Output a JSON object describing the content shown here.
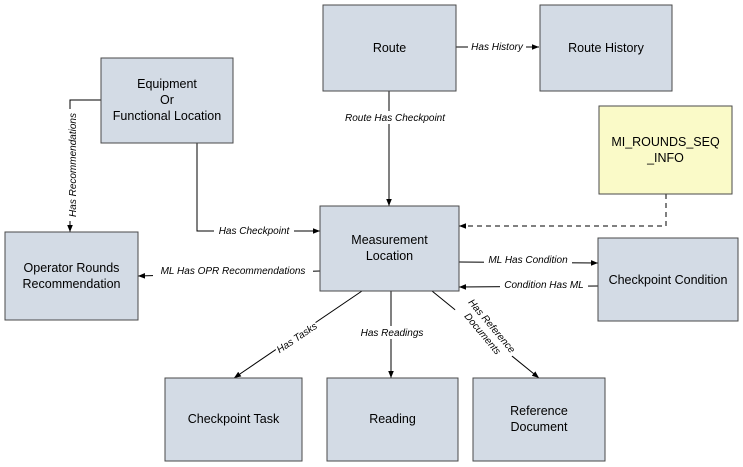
{
  "nodes": {
    "route": {
      "lines": [
        "Route"
      ]
    },
    "route_history": {
      "lines": [
        "Route History"
      ]
    },
    "equipment": {
      "lines": [
        "Equipment",
        "Or",
        "Functional Location"
      ]
    },
    "mi_rounds_seq": {
      "lines": [
        "MI_ROUNDS_SEQ",
        "_INFO"
      ]
    },
    "measurement_location": {
      "lines": [
        "Measurement",
        "Location"
      ]
    },
    "operator_rounds": {
      "lines": [
        "Operator Rounds",
        "Recommendation"
      ]
    },
    "checkpoint_condition": {
      "lines": [
        "Checkpoint Condition"
      ]
    },
    "checkpoint_task": {
      "lines": [
        "Checkpoint Task"
      ]
    },
    "reading": {
      "lines": [
        "Reading"
      ]
    },
    "reference_document": {
      "lines": [
        "Reference",
        "Document"
      ]
    }
  },
  "edges": {
    "has_history": {
      "lines": [
        "Has History"
      ]
    },
    "route_has_checkpoint": {
      "lines": [
        "Route Has Checkpoint"
      ]
    },
    "has_recommendations": {
      "lines": [
        "Has Recommendations"
      ]
    },
    "has_checkpoint": {
      "lines": [
        "Has Checkpoint"
      ]
    },
    "ml_has_opr": {
      "lines": [
        "ML Has OPR Recommendations"
      ]
    },
    "ml_has_condition": {
      "lines": [
        "ML Has Condition"
      ]
    },
    "condition_has_ml": {
      "lines": [
        "Condition Has ML"
      ]
    },
    "has_tasks": {
      "lines": [
        "Has Tasks"
      ]
    },
    "has_readings": {
      "lines": [
        "Has Readings"
      ]
    },
    "has_reference_documents": {
      "lines": [
        "Has Reference",
        "Documents"
      ]
    }
  }
}
